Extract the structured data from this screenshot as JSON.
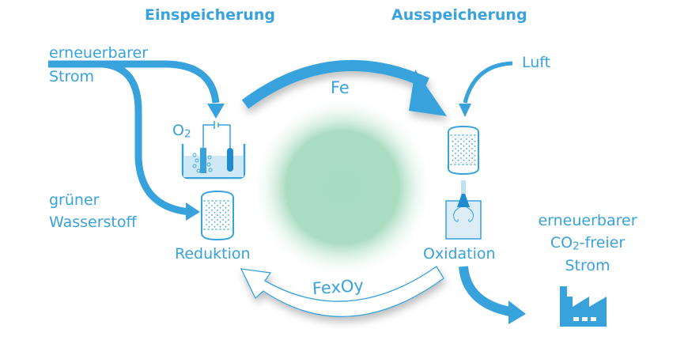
{
  "headers": {
    "storage_in": "Einspeicherung",
    "storage_out": "Ausspeicherung"
  },
  "inputs": {
    "renewable_power_line1": "erneuerbarer",
    "renewable_power_line2": "Strom",
    "green_hydrogen_line1": "grüner",
    "green_hydrogen_line2": "Wasserstoff",
    "air": "Luft"
  },
  "electrolysis": {
    "oxygen_base": "O",
    "oxygen_sub": "2"
  },
  "processes": {
    "reduction": "Reduktion",
    "oxidation": "Oxidation"
  },
  "flows": {
    "iron": "Fe",
    "iron_oxide": "FexOy"
  },
  "output": {
    "line1": "erneuerbarer",
    "line2_base": "CO",
    "line2_sub": "2",
    "line2_rest": "-freier",
    "line3": "Strom"
  },
  "colors": {
    "accent": "#38a2dc",
    "center_glow": "#a8dcc0",
    "liquid": "#cfe8f6"
  }
}
